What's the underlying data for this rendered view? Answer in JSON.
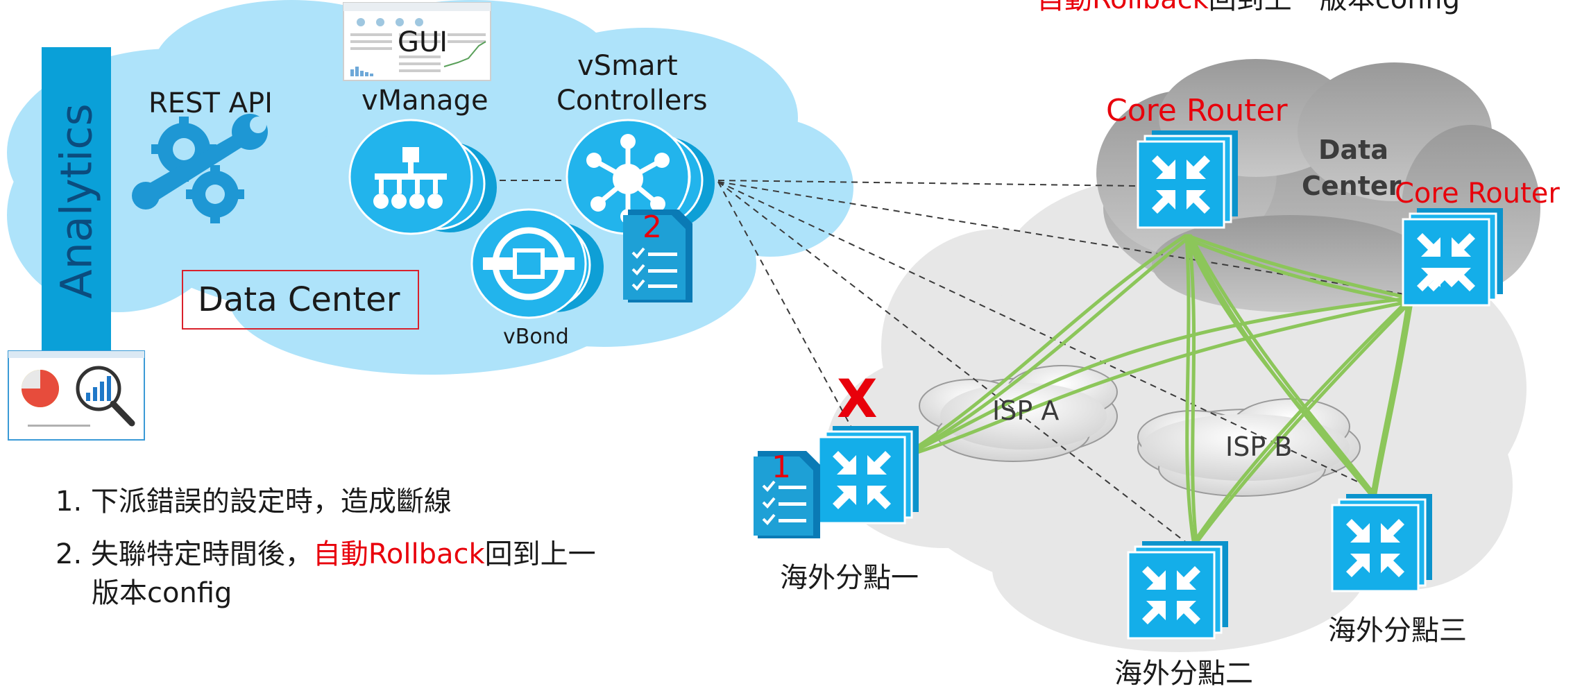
{
  "colors": {
    "cloud_blue": "#aee3fa",
    "cloud_grey": "#e7e7e7",
    "dc_grey": "#b3b3b3",
    "device_blue": "#12b3ec",
    "analytics_blue": "#0aa0d8",
    "link_green": "#8cc65a",
    "accent_red": "#e8000b"
  },
  "header_note": {
    "part1": "自動Rollback",
    "part2": "回到上一",
    "part3": "版本config"
  },
  "left_cloud": {
    "analytics_label": "Analytics",
    "rest_api_label": "REST API",
    "gui_label": "GUI",
    "vmanage_label": "vManage",
    "vsmart_label_line1": "vSmart",
    "vsmart_label_line2": "Controllers",
    "vbond_label": "vBond",
    "data_center_label": "Data Center",
    "doc_number": "2"
  },
  "notes": {
    "item1": "1. 下派錯誤的設定時，造成斷線",
    "item2_prefix": "2. 失聯特定時間後，",
    "item2_highlight": "自動Rollback",
    "item2_suffix": "回到上一",
    "item2_line2": "版本config"
  },
  "right_network": {
    "core_router_1": "Core Router",
    "core_router_2": "Core Router",
    "dc_line1": "Data",
    "dc_line2": "Center",
    "isp_a": "ISP A",
    "isp_b": "ISP B",
    "branch1": "海外分點一",
    "branch2": "海外分點二",
    "branch3": "海外分點三",
    "fail_mark": "X",
    "doc_number": "1"
  }
}
